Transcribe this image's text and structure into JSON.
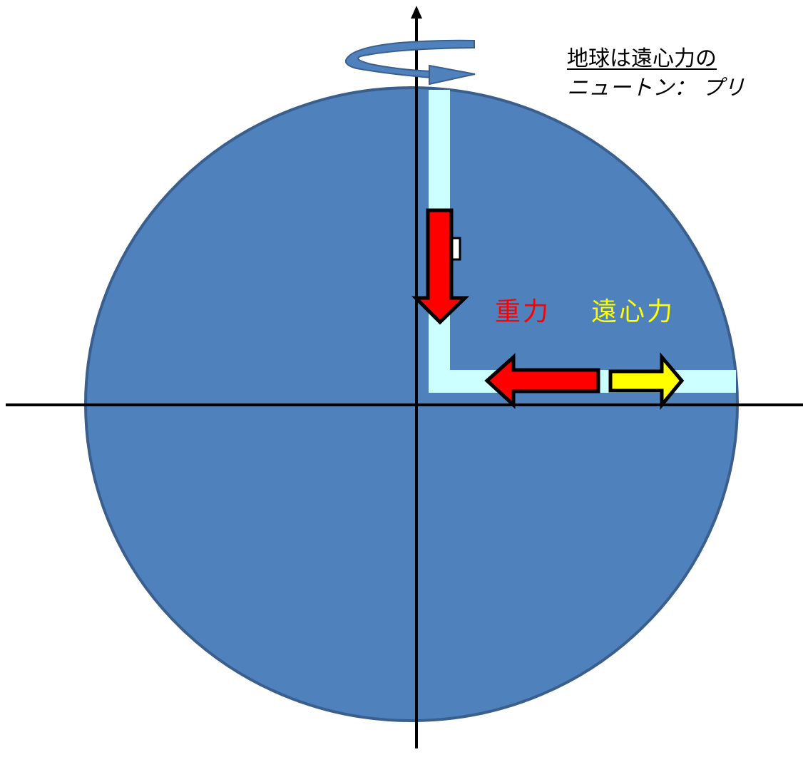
{
  "caption": {
    "title": "地球は遠心力の",
    "subtitle": "ニュートン： プリ"
  },
  "labels": {
    "gravity": "重力",
    "centrifugal": "遠心力"
  },
  "colors": {
    "earth_fill": "#4f81bd",
    "earth_stroke": "#3a5f8d",
    "tube_fill": "#ccffff",
    "gravity_arrow": "#ff0000",
    "centrifugal_arrow": "#ffff00",
    "axis": "#000000",
    "rotation_arrow": "#4f81bd",
    "gravity_text": "#ff0000",
    "centrifugal_text": "#ffff00"
  },
  "icons": {
    "rotation": "rotation-arrow-icon",
    "gravity_down": "arrow-down-icon",
    "gravity_left": "arrow-left-icon",
    "centrifugal_right": "arrow-right-icon"
  }
}
